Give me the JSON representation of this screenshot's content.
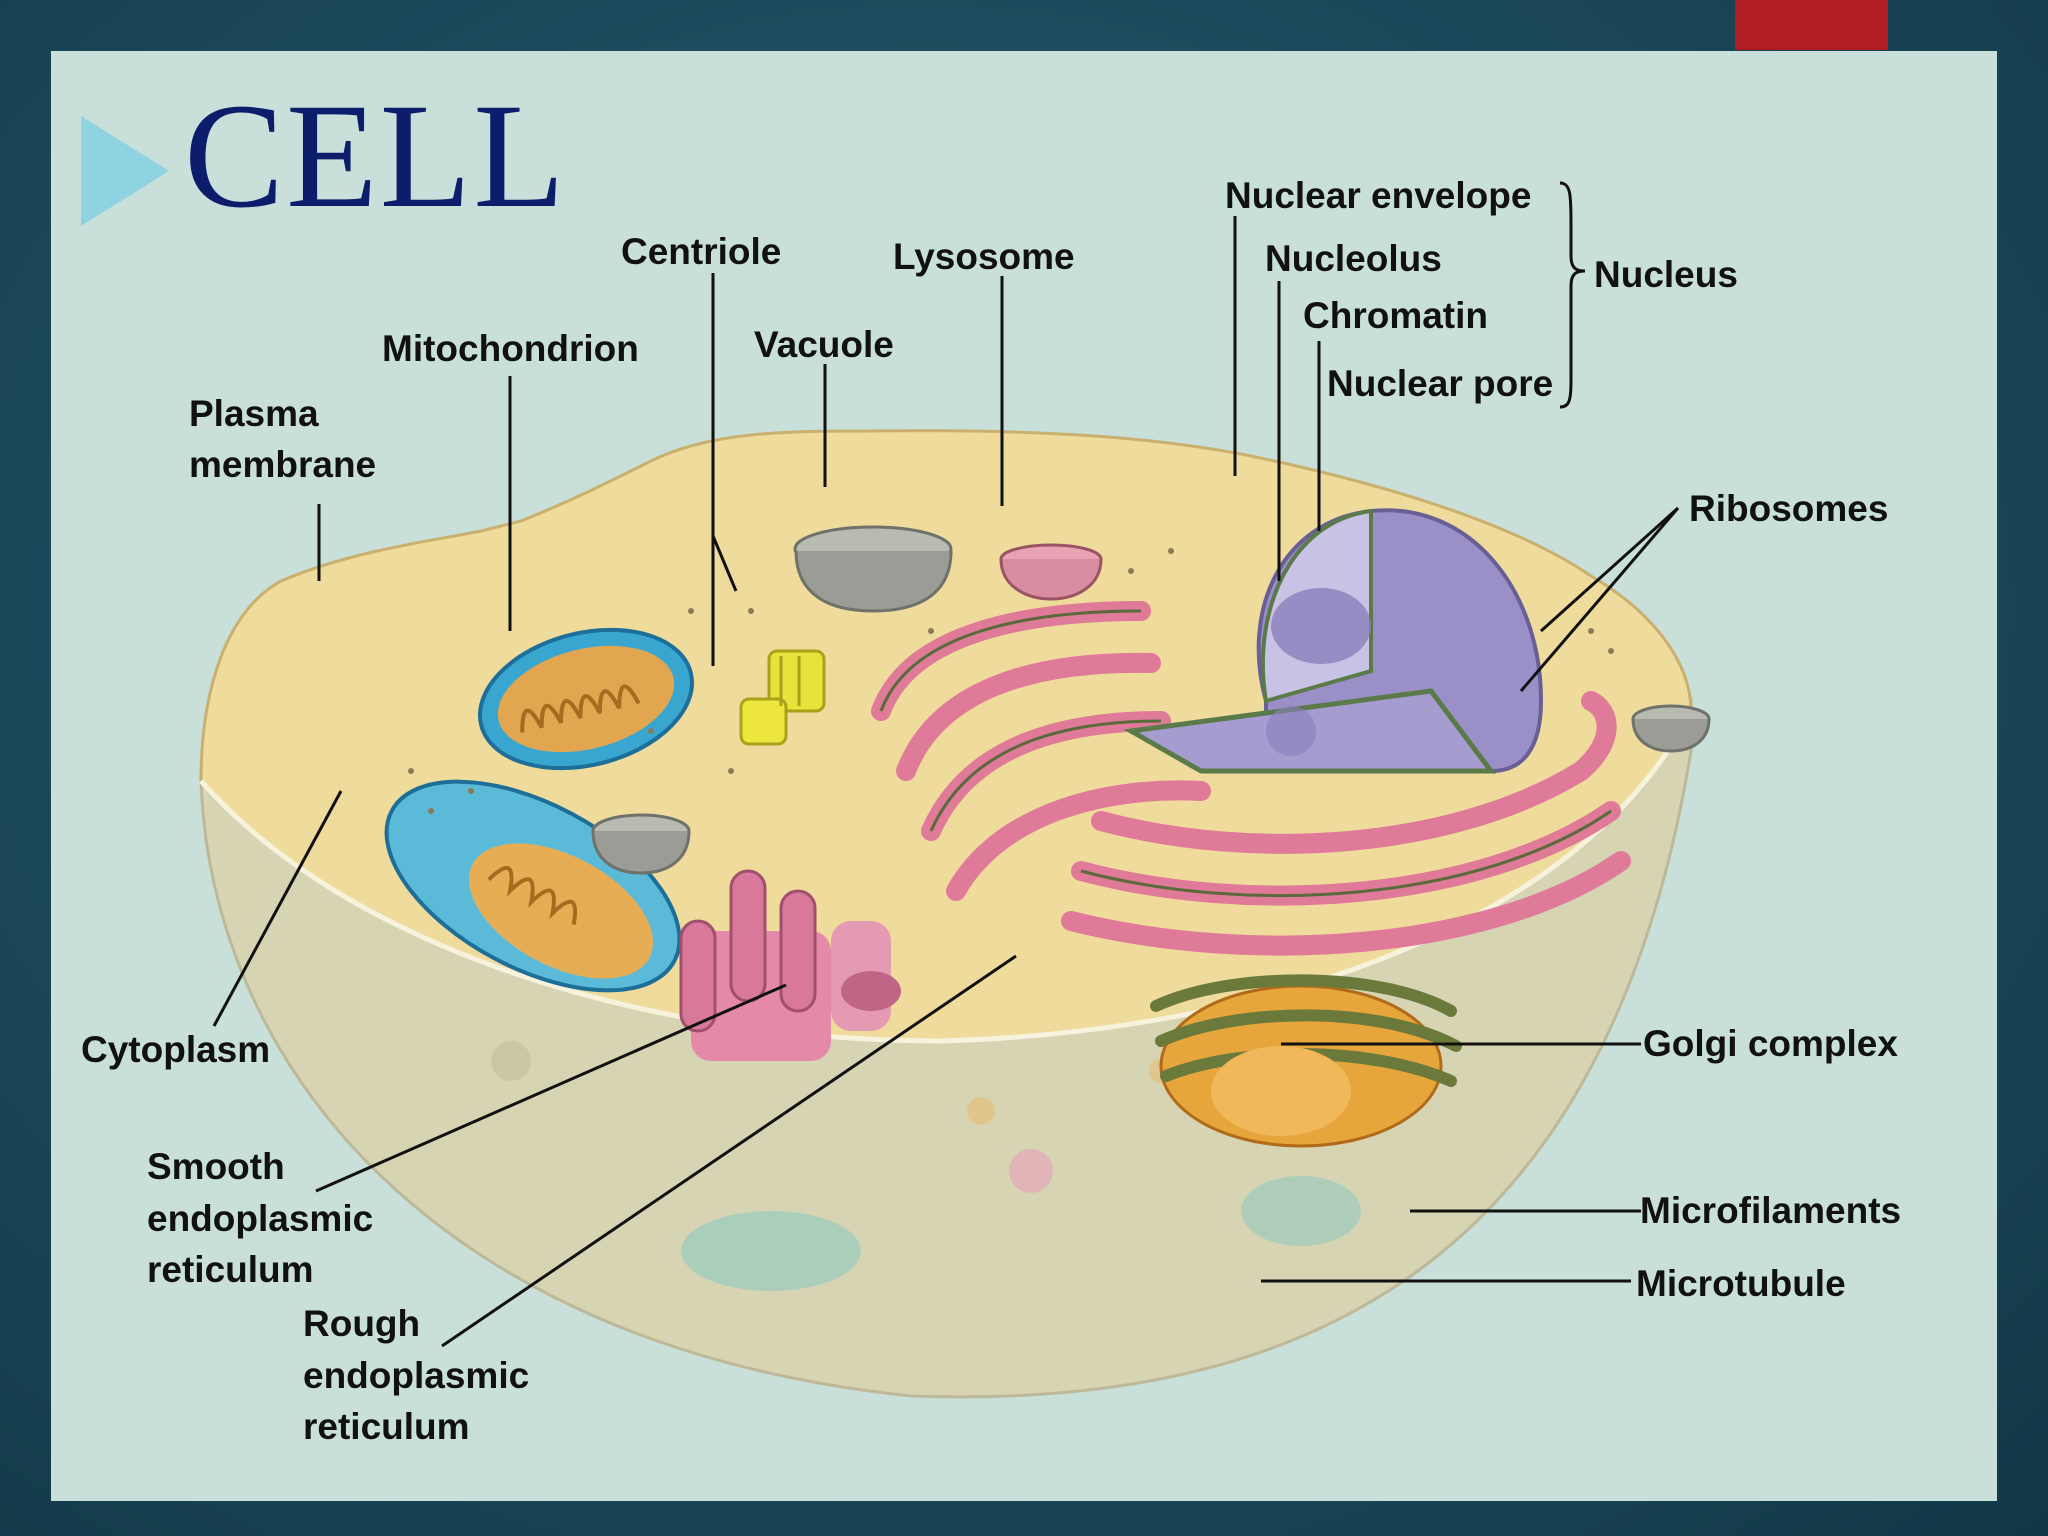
{
  "slide": {
    "title": "CELL",
    "accent_color": "#b01e23",
    "title_color": "#0c1e6b",
    "marker_color": "#8fd3e0",
    "panel_color": "#c8e0d9"
  },
  "diagram": {
    "labels": {
      "plasma_membrane_1": "Plasma",
      "plasma_membrane_2": "membrane",
      "mitochondrion": "Mitochondrion",
      "centriole": "Centriole",
      "vacuole": "Vacuole",
      "lysosome": "Lysosome",
      "nuclear_envelope": "Nuclear envelope",
      "nucleolus": "Nucleolus",
      "chromatin": "Chromatin",
      "nuclear_pore": "Nuclear pore",
      "nucleus": "Nucleus",
      "ribosomes": "Ribosomes",
      "cytoplasm": "Cytoplasm",
      "smooth_er_1": "Smooth",
      "smooth_er_2": "endoplasmic",
      "smooth_er_3": "reticulum",
      "rough_er_1": "Rough",
      "rough_er_2": "endoplasmic",
      "rough_er_3": "reticulum",
      "golgi_complex": "Golgi complex",
      "microfilaments": "Microfilaments",
      "microtubule": "Microtubule"
    }
  }
}
